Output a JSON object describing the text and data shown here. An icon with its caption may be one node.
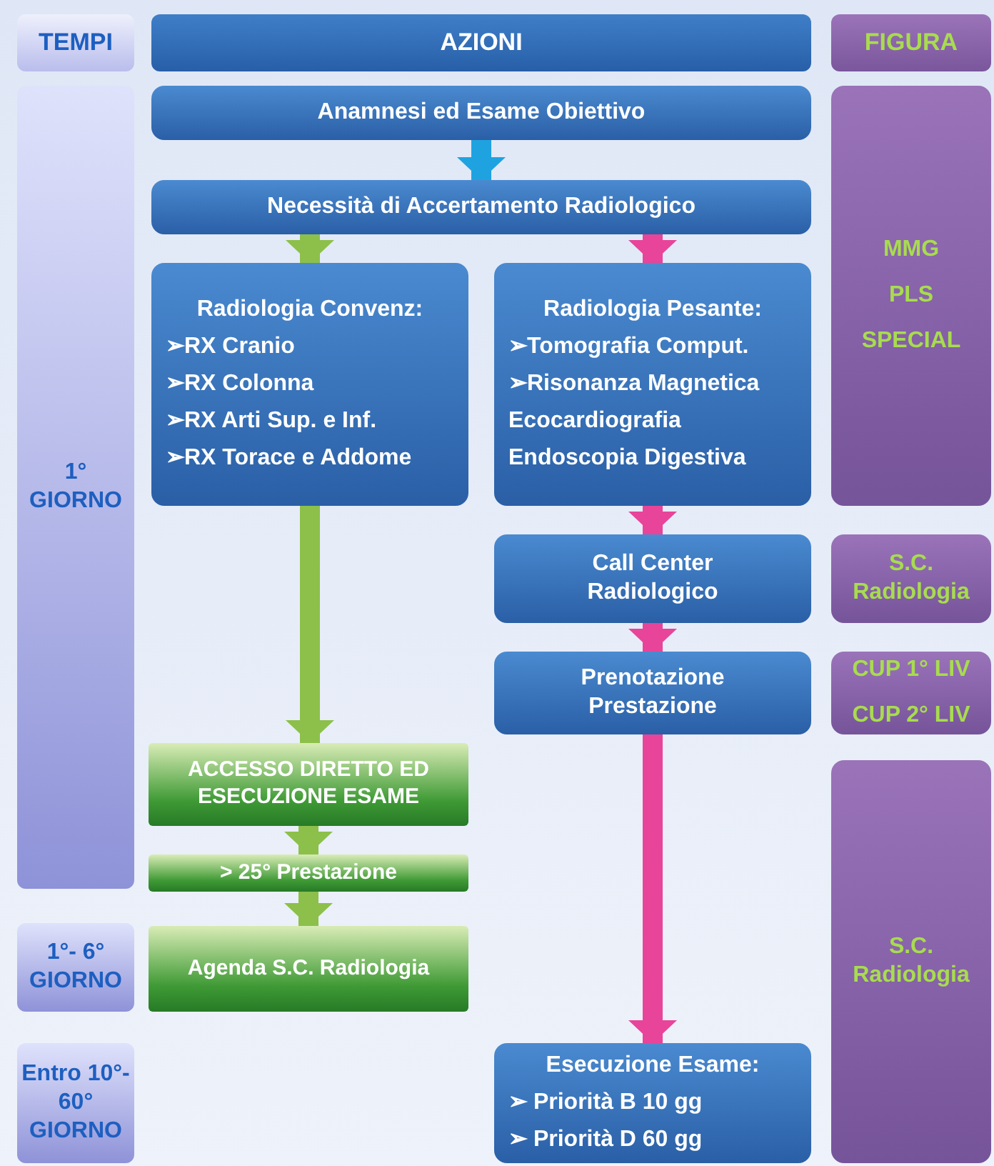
{
  "diagram": {
    "nodes": [
      {
        "text": [
          "TEMPI"
        ]
      },
      {
        "text": [
          "AZIONI"
        ]
      },
      {
        "text": [
          "FIGURA"
        ]
      },
      {
        "text": [
          "1° GIORNO"
        ]
      },
      {
        "text": [
          "Anamnesi ed Esame Obiettivo"
        ]
      },
      {
        "text": [
          "Necessità di Accertamento Radiologico"
        ]
      },
      {
        "text": [
          "Radiologia Convenz:",
          "➢RX Cranio",
          "➢RX Colonna",
          "➢RX Arti Sup. e Inf.",
          "➢RX Torace e Addome"
        ]
      },
      {
        "text": [
          "Radiologia Pesante:",
          "➢Tomografia Comput.",
          "➢Risonanza Magnetica",
          "Ecocardiografia",
          "Endoscopia Digestiva"
        ]
      },
      {
        "text": [
          "MMG",
          "PLS",
          "SPECIAL"
        ]
      },
      {
        "text": [
          "Call Center Radiologico"
        ]
      },
      {
        "text": [
          "S.C. Radiologia"
        ]
      },
      {
        "text": [
          "Prenotazione Prestazione"
        ]
      },
      {
        "text": [
          "CUP 1° LIV",
          "CUP 2° LIV"
        ]
      },
      {
        "text": [
          "ACCESSO DIRETTO ED ESECUZIONE ESAME"
        ]
      },
      {
        "text": [
          "> 25° Prestazione"
        ]
      },
      {
        "text": [
          "1°- 6° GIORNO"
        ]
      },
      {
        "text": [
          "Agenda S.C. Radiologia"
        ]
      },
      {
        "text": [
          "S.C. Radiologia"
        ]
      },
      {
        "text": [
          "Entro 10°- 60° GIORNO"
        ]
      },
      {
        "text": [
          "Esecuzione Esame:",
          "➢ Priorità B 10 gg",
          "➢ Priorità D 60 gg"
        ]
      }
    ],
    "edges": [
      {
        "from": 4,
        "to": 5,
        "arrow": "to",
        "color": "#1fa3e0"
      },
      {
        "from": 5,
        "to": 6,
        "arrow": "to",
        "color": "#8cc04a"
      },
      {
        "from": 5,
        "to": 7,
        "arrow": "to",
        "color": "#e8449a"
      },
      {
        "from": 6,
        "to": 13,
        "arrow": "to",
        "color": "#8cc04a"
      },
      {
        "from": 13,
        "to": 14,
        "arrow": "to",
        "color": "#8cc04a"
      },
      {
        "from": 14,
        "to": 16,
        "arrow": "to",
        "color": "#8cc04a"
      },
      {
        "from": 7,
        "to": 9,
        "arrow": "to",
        "color": "#e8449a"
      },
      {
        "from": 9,
        "to": 11,
        "arrow": "to",
        "color": "#e8449a"
      },
      {
        "from": 11,
        "to": 19,
        "arrow": "to",
        "color": "#e8449a"
      }
    ]
  }
}
